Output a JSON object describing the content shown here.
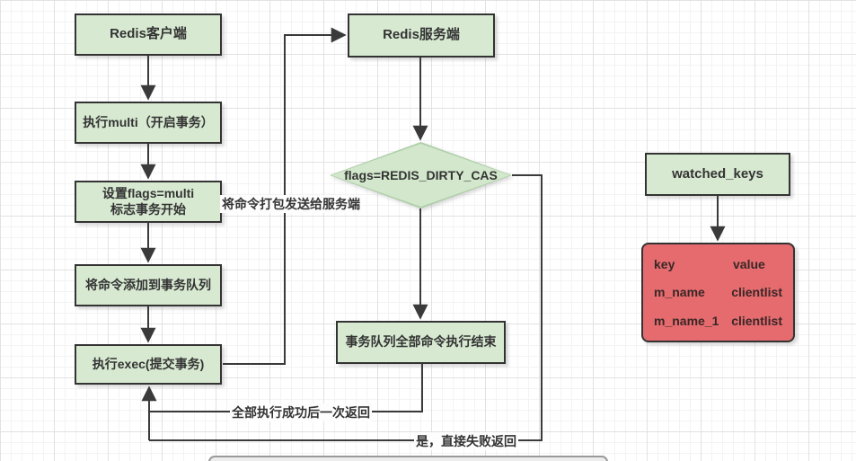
{
  "diagram": {
    "nodes": {
      "client": {
        "label": "Redis客户端"
      },
      "multi": {
        "label": "执行multi（开启事务）"
      },
      "set_flags": {
        "line1": "设置flags=multi",
        "line2": "标志事务开始"
      },
      "enqueue": {
        "label": "将命令添加到事务队列"
      },
      "exec": {
        "label": "执行exec(提交事务)"
      },
      "server": {
        "label": "Redis服务端"
      },
      "decision": {
        "label": "flags=REDIS_DIRTY_CAS"
      },
      "queue_done": {
        "label": "事务队列全部命令执行结束"
      },
      "watched_keys": {
        "label": "watched_keys"
      }
    },
    "edge_labels": {
      "send_packed": "将命令打包发送给服务端",
      "success_return": "全部执行成功后一次返回",
      "fail_return": "是，直接失败返回"
    },
    "table": {
      "rows": [
        {
          "key": "key",
          "value": "value"
        },
        {
          "key": "m_name",
          "value": "clientlist"
        },
        {
          "key": "m_name_1",
          "value": "clientlist"
        }
      ]
    },
    "colors": {
      "node_fill": "#d7e9d1",
      "node_border": "#333333",
      "diamond_fill": "#d2e7cc",
      "table_fill": "#e56b6e",
      "line": "#3a3a3a"
    }
  }
}
